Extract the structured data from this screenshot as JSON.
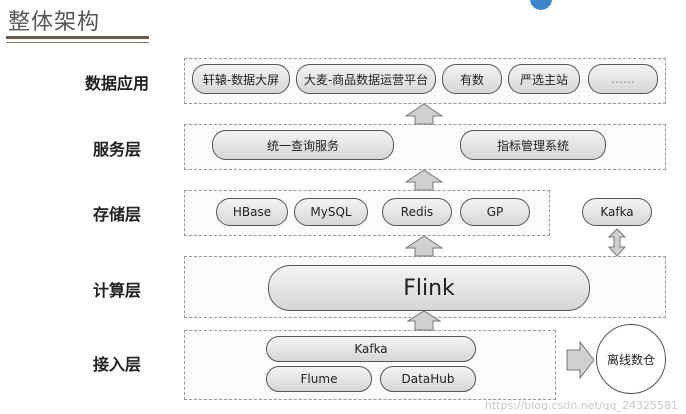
{
  "page": {
    "title": "整体架构"
  },
  "layers": {
    "data_app": "数据应用",
    "service": "服务层",
    "storage": "存储层",
    "compute": "计算层",
    "access": "接入层"
  },
  "data_app": {
    "items": [
      "轩辕-数据大屏",
      "大麦-商品数据运营平台",
      "有数",
      "严选主站",
      "……"
    ]
  },
  "service": {
    "items": [
      "统一查询服务",
      "指标管理系统"
    ]
  },
  "storage": {
    "items": [
      "HBase",
      "MySQL",
      "Redis",
      "GP"
    ],
    "side": "Kafka"
  },
  "compute": {
    "engine": "Flink"
  },
  "access": {
    "queue": "Kafka",
    "sources": [
      "Flume",
      "DataHub"
    ],
    "warehouse": "离线数仓"
  },
  "watermark": "https://blog.csdn.net/qq_24325581"
}
